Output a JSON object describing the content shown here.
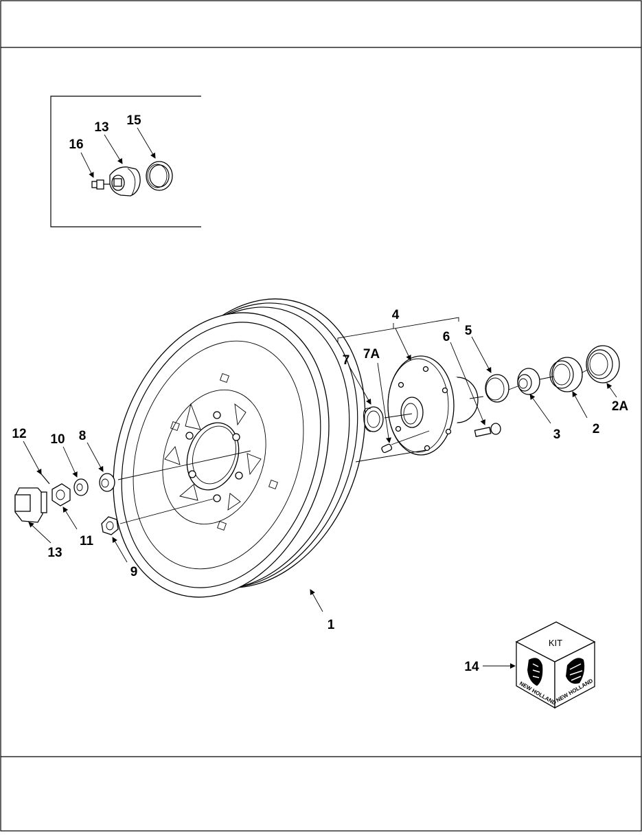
{
  "callouts": {
    "n1": "1",
    "n2": "2",
    "n2a": "2A",
    "n3": "3",
    "n4": "4",
    "n5": "5",
    "n6": "6",
    "n7": "7",
    "n7a": "7A",
    "n8": "8",
    "n9": "9",
    "n10": "10",
    "n11": "11",
    "n12": "12",
    "n13": "13",
    "n13_inset": "13",
    "n14": "14",
    "n15": "15",
    "n16": "16"
  },
  "kit_box": {
    "label": "KIT",
    "brand": "NEW HOLLAND"
  }
}
